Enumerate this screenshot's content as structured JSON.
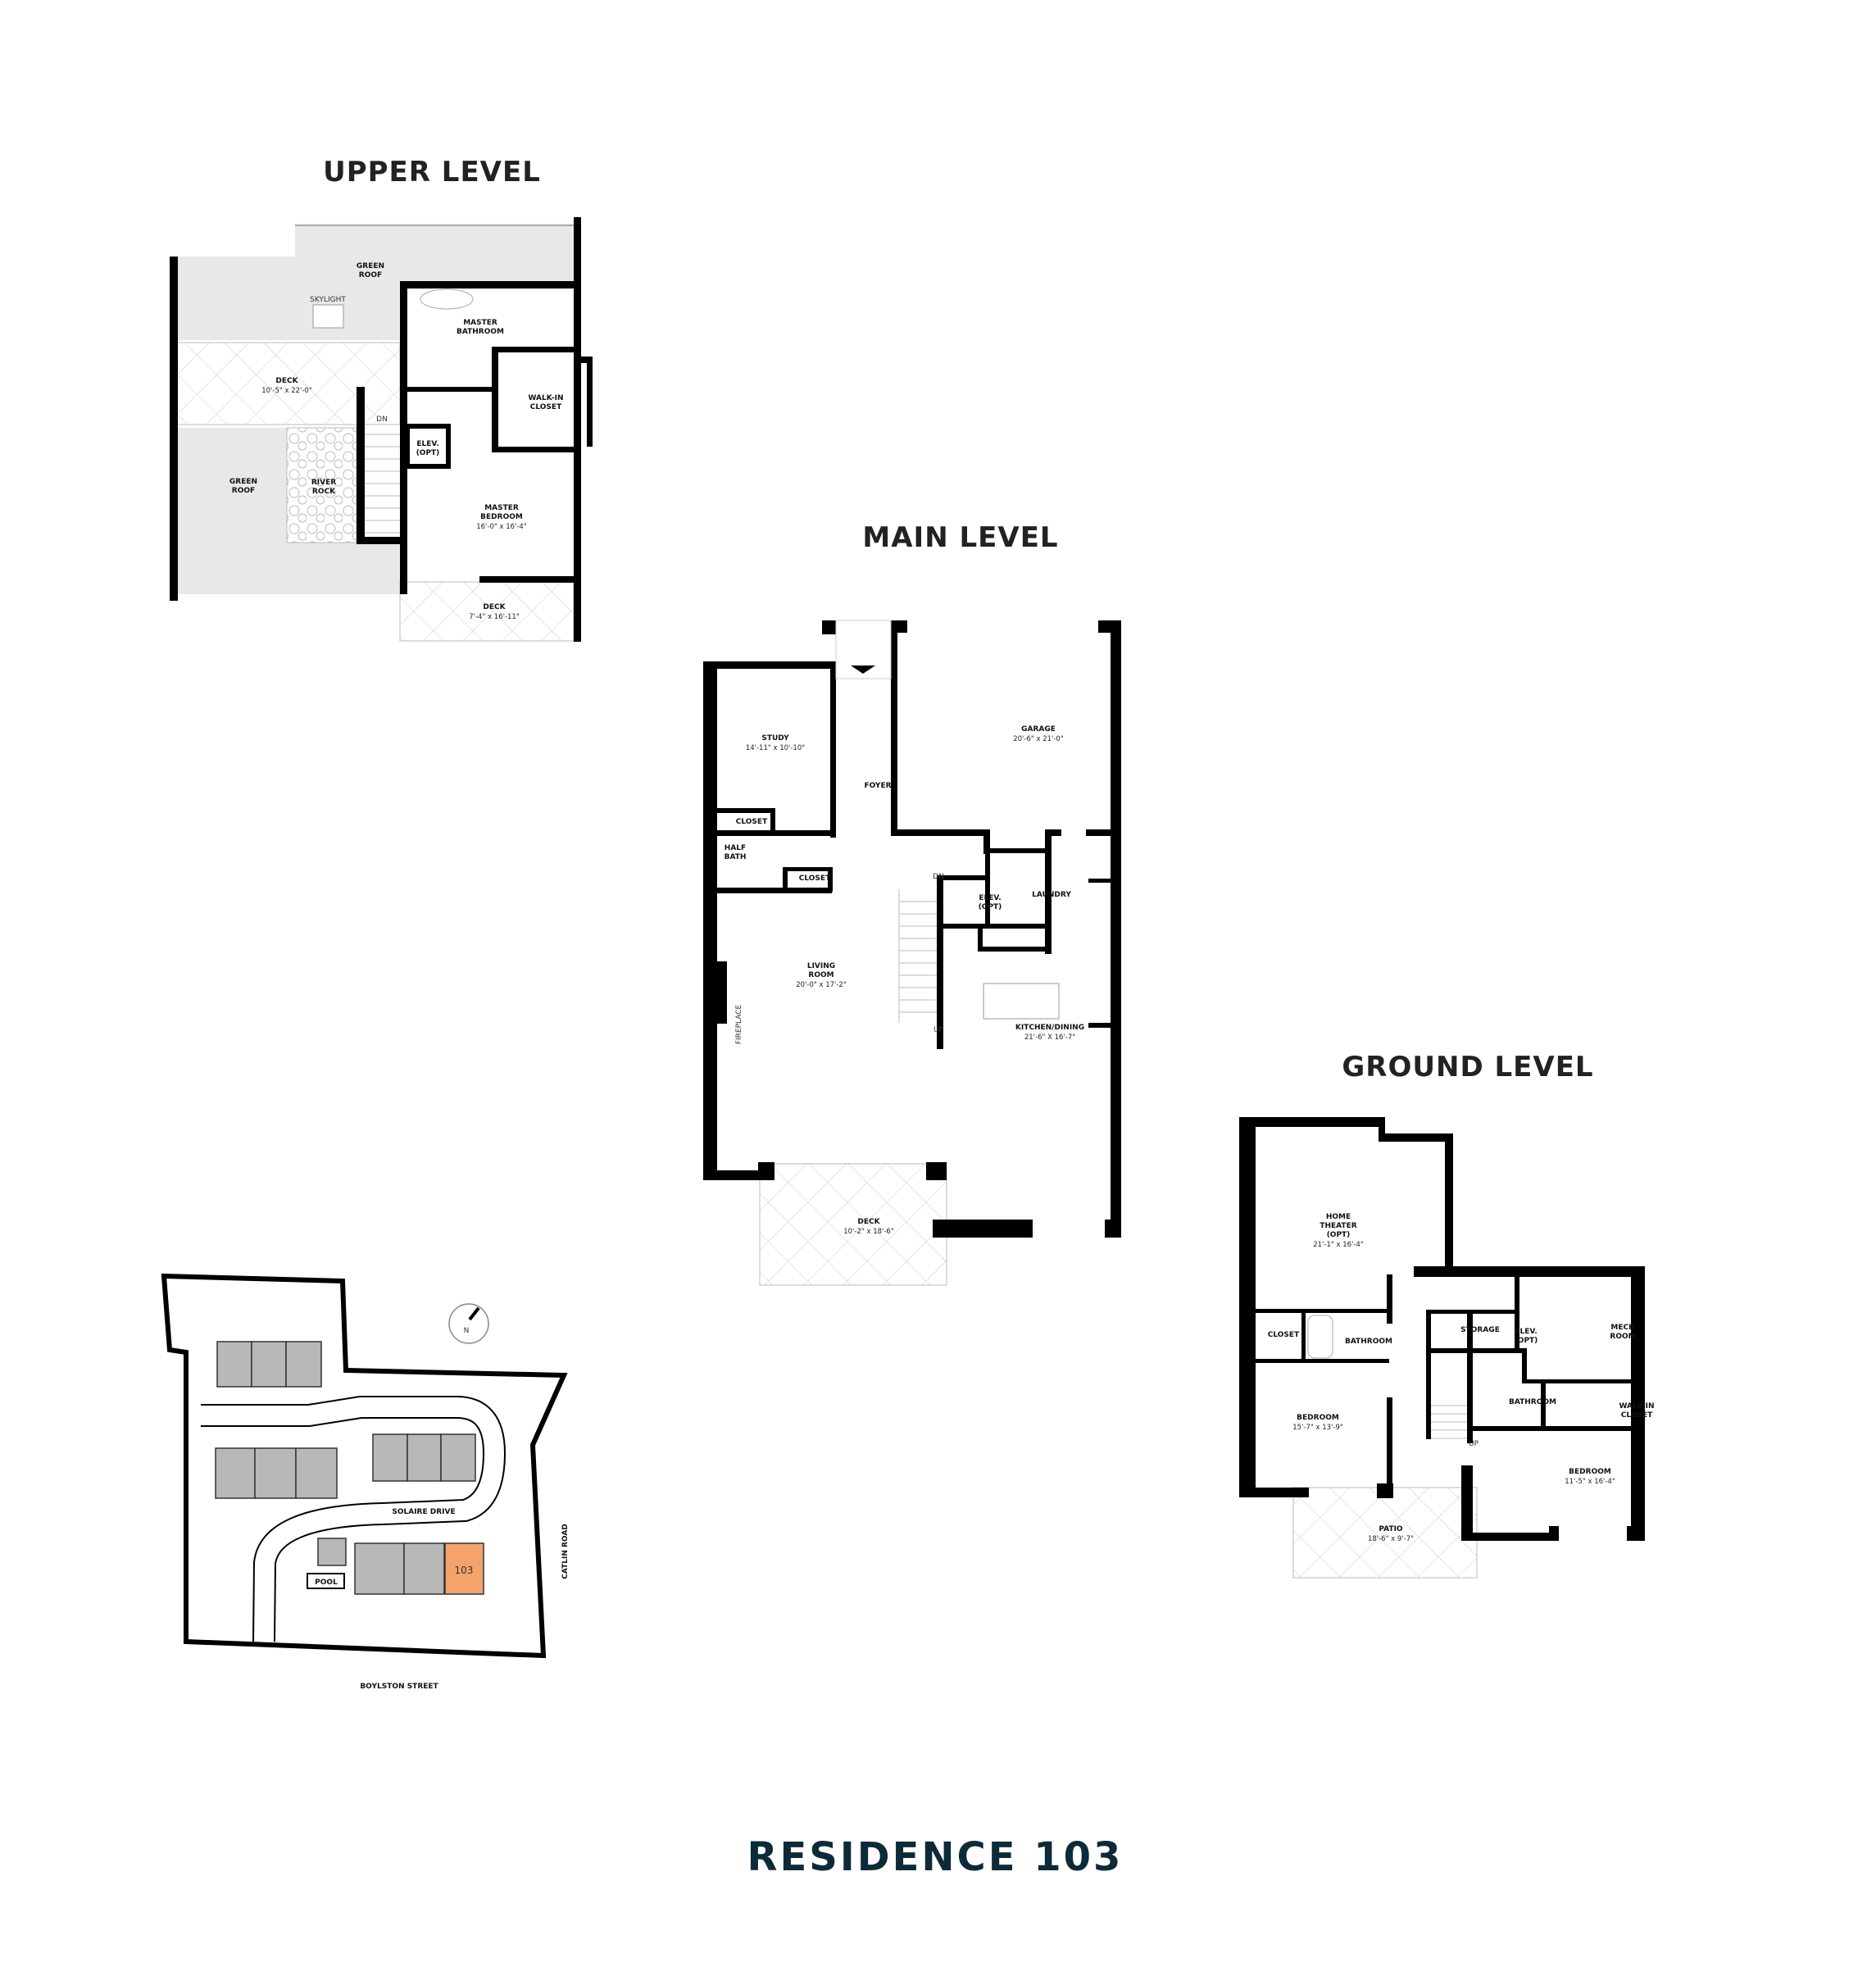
{
  "page_title": "RESIDENCE 103",
  "title_color": "#0d2a38",
  "levels": {
    "upper": {
      "title": "UPPER LEVEL",
      "rooms": [
        {
          "id": "u-green-roof-1",
          "lines": [
            "GREEN",
            "ROOF"
          ]
        },
        {
          "id": "u-skylight",
          "lines": [
            "SKYLIGHT"
          ],
          "plain": true
        },
        {
          "id": "u-master-bath",
          "lines": [
            "MASTER",
            "BATHROOM"
          ]
        },
        {
          "id": "u-deck-1",
          "lines": [
            "DECK"
          ],
          "dims": "10'-5\" x 22'-0\""
        },
        {
          "id": "u-walkin",
          "lines": [
            "WALK-IN",
            "CLOSET"
          ]
        },
        {
          "id": "u-dn",
          "lines": [
            "DN"
          ],
          "plain": true
        },
        {
          "id": "u-elev",
          "lines": [
            "ELEV.",
            "(OPT)"
          ]
        },
        {
          "id": "u-green-roof-2",
          "lines": [
            "GREEN",
            "ROOF"
          ]
        },
        {
          "id": "u-river-rock",
          "lines": [
            "RIVER",
            "ROCK"
          ]
        },
        {
          "id": "u-master-bed",
          "lines": [
            "MASTER",
            "BEDROOM"
          ],
          "dims": "16'-0\" x 16'-4\""
        },
        {
          "id": "u-deck-2",
          "lines": [
            "DECK"
          ],
          "dims": "7'-4\" x 16'-11\""
        }
      ]
    },
    "main": {
      "title": "MAIN LEVEL",
      "rooms": [
        {
          "id": "m-study",
          "lines": [
            "STUDY"
          ],
          "dims": "14'-11\" x 10'-10\""
        },
        {
          "id": "m-garage",
          "lines": [
            "GARAGE"
          ],
          "dims": "20'-6\" x 21'-0\""
        },
        {
          "id": "m-foyer",
          "lines": [
            "FOYER"
          ]
        },
        {
          "id": "m-closet-1",
          "lines": [
            "CLOSET"
          ]
        },
        {
          "id": "m-half-bath",
          "lines": [
            "HALF",
            "BATH"
          ]
        },
        {
          "id": "m-closet-2",
          "lines": [
            "CLOSET"
          ]
        },
        {
          "id": "m-dn",
          "lines": [
            "DN"
          ],
          "plain": true
        },
        {
          "id": "m-elev",
          "lines": [
            "ELEV.",
            "(OPT)"
          ]
        },
        {
          "id": "m-laundry",
          "lines": [
            "LAUNDRY"
          ]
        },
        {
          "id": "m-living",
          "lines": [
            "LIVING",
            "ROOM"
          ],
          "dims": "20'-0\" x 17'-2\""
        },
        {
          "id": "m-fireplace",
          "lines": [
            "FIREPLACE"
          ],
          "plain": true,
          "vertical": true
        },
        {
          "id": "m-up",
          "lines": [
            "UP"
          ],
          "plain": true
        },
        {
          "id": "m-kitchen",
          "lines": [
            "KITCHEN/DINING"
          ],
          "dims": "21'-6\" X 16'-7\""
        },
        {
          "id": "m-deck",
          "lines": [
            "DECK"
          ],
          "dims": "10'-2\" x 18'-6\""
        }
      ]
    },
    "ground": {
      "title": "GROUND LEVEL",
      "rooms": [
        {
          "id": "g-theater",
          "lines": [
            "HOME",
            "THEATER",
            "(OPT)"
          ],
          "dims": "21'-1\" x 16'-4\""
        },
        {
          "id": "g-closet",
          "lines": [
            "CLOSET"
          ]
        },
        {
          "id": "g-bath-1",
          "lines": [
            "BATHROOM"
          ]
        },
        {
          "id": "g-storage",
          "lines": [
            "STORAGE"
          ]
        },
        {
          "id": "g-elev",
          "lines": [
            "ELEV.",
            "(OPT)"
          ]
        },
        {
          "id": "g-mech",
          "lines": [
            "MECH",
            "ROOM"
          ]
        },
        {
          "id": "g-bath-2",
          "lines": [
            "BATHROOM"
          ]
        },
        {
          "id": "g-walkin",
          "lines": [
            "WALK-IN",
            "CLOSET"
          ]
        },
        {
          "id": "g-bed-1",
          "lines": [
            "BEDROOM"
          ],
          "dims": "15'-7\" x 13'-9\""
        },
        {
          "id": "g-up",
          "lines": [
            "UP"
          ],
          "plain": true
        },
        {
          "id": "g-bed-2",
          "lines": [
            "BEDROOM"
          ],
          "dims": "11'-5\" x 16'-4\""
        },
        {
          "id": "g-patio",
          "lines": [
            "PATIO"
          ],
          "dims": "18'-6\" x 9'-7\""
        }
      ]
    }
  },
  "site_plan": {
    "highlighted_unit": "103",
    "highlight_color": "#f4a46a",
    "building_color": "#b8b8b8",
    "compass_label": "N",
    "street_solaire": "SOLAIRE DRIVE",
    "street_catlin": "CATLIN ROAD",
    "street_boylston": "BOYLSTON STREET",
    "pool_label": "POOL"
  },
  "colors": {
    "green_roof": "#e8e8e8",
    "walls": "#000000"
  }
}
